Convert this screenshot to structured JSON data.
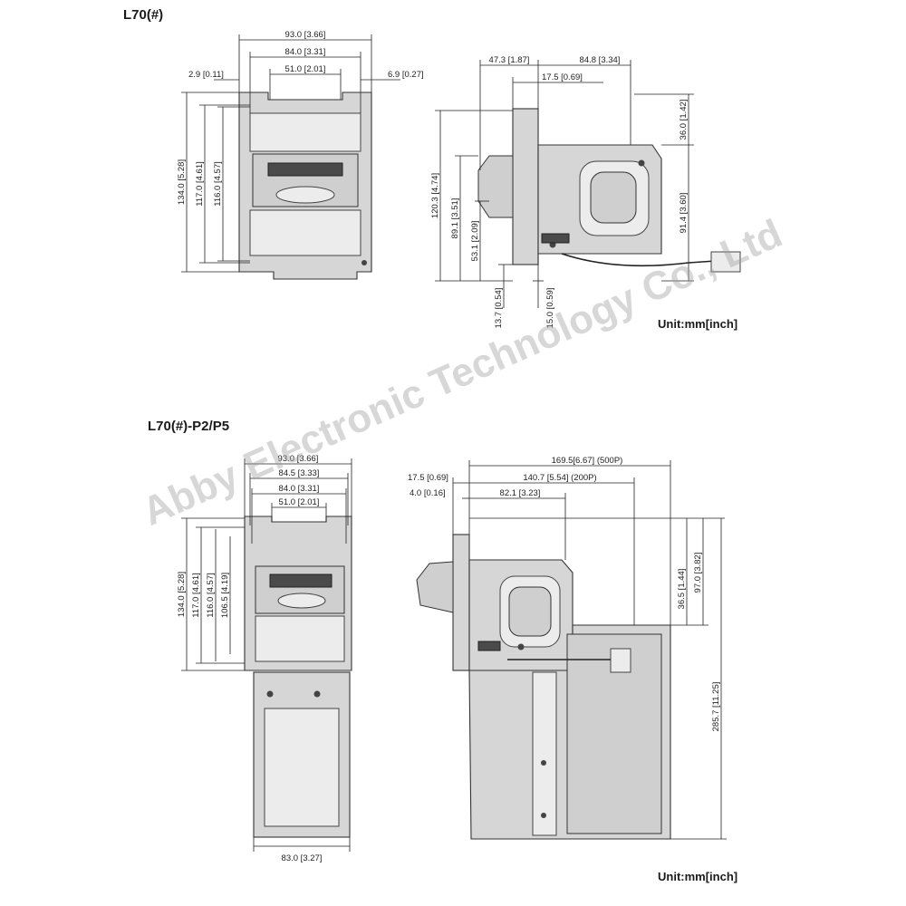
{
  "diagram_top": {
    "title": "L70(#)",
    "unit": "Unit:mm[inch]",
    "front": {
      "w93": "93.0 [3.66]",
      "w84": "84.0 [3.31]",
      "w51": "51.0 [2.01]",
      "l29": "2.9 [0.11]",
      "r69": "6.9 [0.27]",
      "h134": "134.0 [5.28]",
      "h117": "117.0 [4.61]",
      "h116": "116.0 [4.57]"
    },
    "side": {
      "w473": "47.3 [1.87]",
      "w848": "84.8 [3.34]",
      "w175": "17.5 [0.69]",
      "h1203": "120.3 [4.74]",
      "h891": "89.1 [3.51]",
      "h531": "53.1 [2.09]",
      "h137": "13.7 [0.54]",
      "h150": "15.0 [0.59]",
      "h360": "36.0 [1.42]",
      "h914": "91.4 [3.60]"
    }
  },
  "diagram_bottom": {
    "title": "L70(#)-P2/P5",
    "unit": "Unit:mm[inch]",
    "front": {
      "w93": "93.0 [3.66]",
      "w845": "84.5 [3.33]",
      "w84": "84.0 [3.31]",
      "w51": "51.0 [2.01]",
      "w83": "83.0 [3.27]",
      "h134": "134.0 [5.28]",
      "h117": "117.0 [4.61]",
      "h116": "116.0 [4.57]",
      "h1065": "106.5 [4.19]"
    },
    "side": {
      "w1695": "169.5[6.67] (500P)",
      "w1407": "140.7 [5.54] (200P)",
      "w175": "17.5 [0.69]",
      "w40": "4.0 [0.16]",
      "w821": "82.1 [3.23]",
      "h365": "36.5 [1.44]",
      "h970": "97.0 [3.82]",
      "h2857": "285.7 [11.25]"
    }
  },
  "watermark": "Abby Electronic Technology Co., Ltd"
}
